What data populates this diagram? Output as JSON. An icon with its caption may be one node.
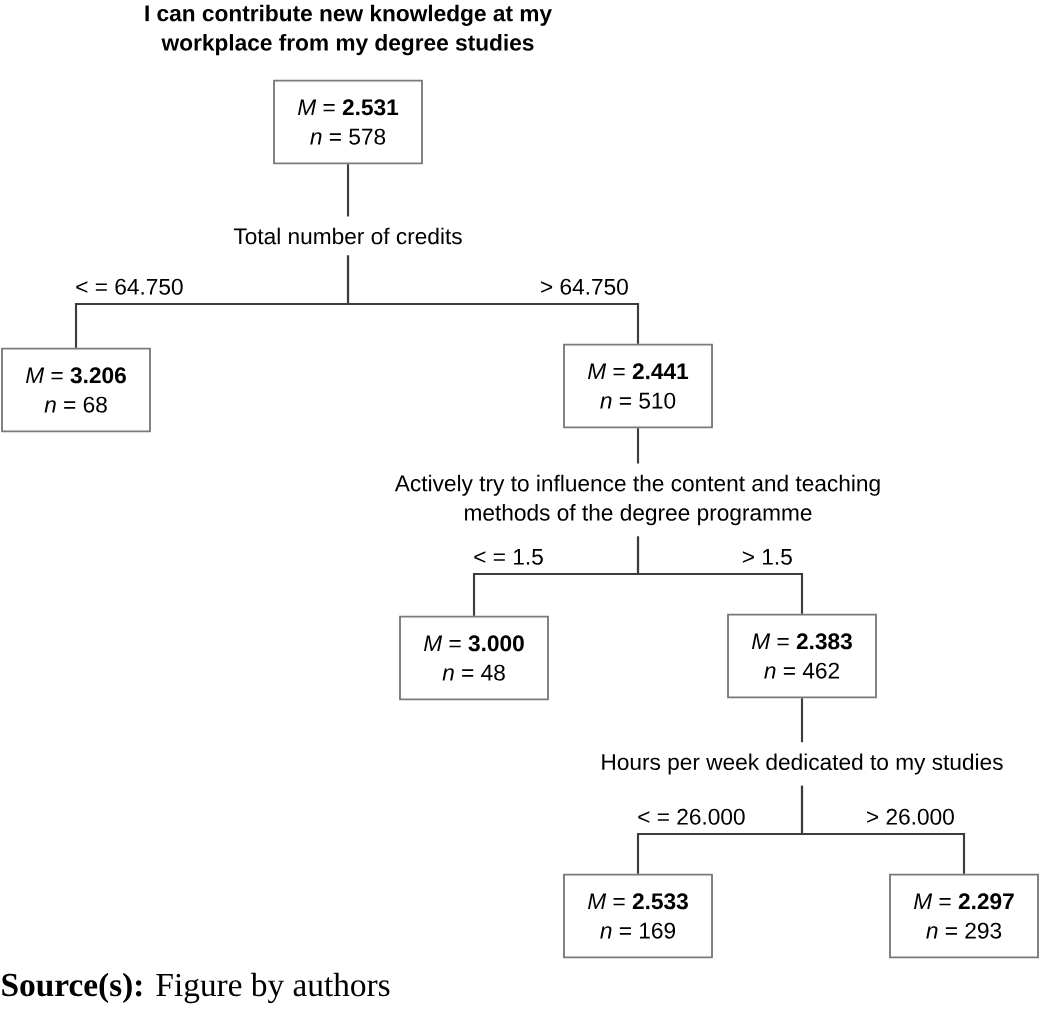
{
  "diagram": {
    "title": "I can contribute new knowledge at my workplace from my degree studies",
    "caption": "**Source(s):** Figure by authors",
    "nodes": [
      {
        "text": [
          "*M* = **2.531**",
          "*n* = 578"
        ]
      },
      {
        "text": [
          "Total number of credits"
        ]
      },
      {
        "text": [
          "*M* = **3.206**",
          "*n* = 68"
        ]
      },
      {
        "text": [
          "*M* = **2.441**",
          "*n* = 510"
        ]
      },
      {
        "text": [
          "Actively try to influence the content and teaching methods of the degree programme"
        ]
      },
      {
        "text": [
          "*M* = **3.000**",
          "*n* = 48"
        ]
      },
      {
        "text": [
          "*M* = **2.383**",
          "*n* = 462"
        ]
      },
      {
        "text": [
          "Hours per week dedicated to my studies"
        ]
      },
      {
        "text": [
          "*M* = **2.533**",
          "*n* = 169"
        ]
      },
      {
        "text": [
          "*M* = **2.297**",
          "*n* = 293"
        ]
      }
    ],
    "edges": [
      {
        "from": 0,
        "to": 1,
        "arrow": "none"
      },
      {
        "from": 1,
        "to": 2,
        "arrow": "none",
        "label": "< = 64.750"
      },
      {
        "from": 1,
        "to": 3,
        "arrow": "none",
        "label": "> 64.750"
      },
      {
        "from": 3,
        "to": 4,
        "arrow": "none"
      },
      {
        "from": 4,
        "to": 5,
        "arrow": "none",
        "label": "< = 1.5"
      },
      {
        "from": 4,
        "to": 6,
        "arrow": "none",
        "label": "> 1.5"
      },
      {
        "from": 6,
        "to": 7,
        "arrow": "none"
      },
      {
        "from": 7,
        "to": 8,
        "arrow": "none",
        "label": "< = 26.000"
      },
      {
        "from": 7,
        "to": 9,
        "arrow": "none",
        "label": "> 26.000"
      }
    ]
  }
}
